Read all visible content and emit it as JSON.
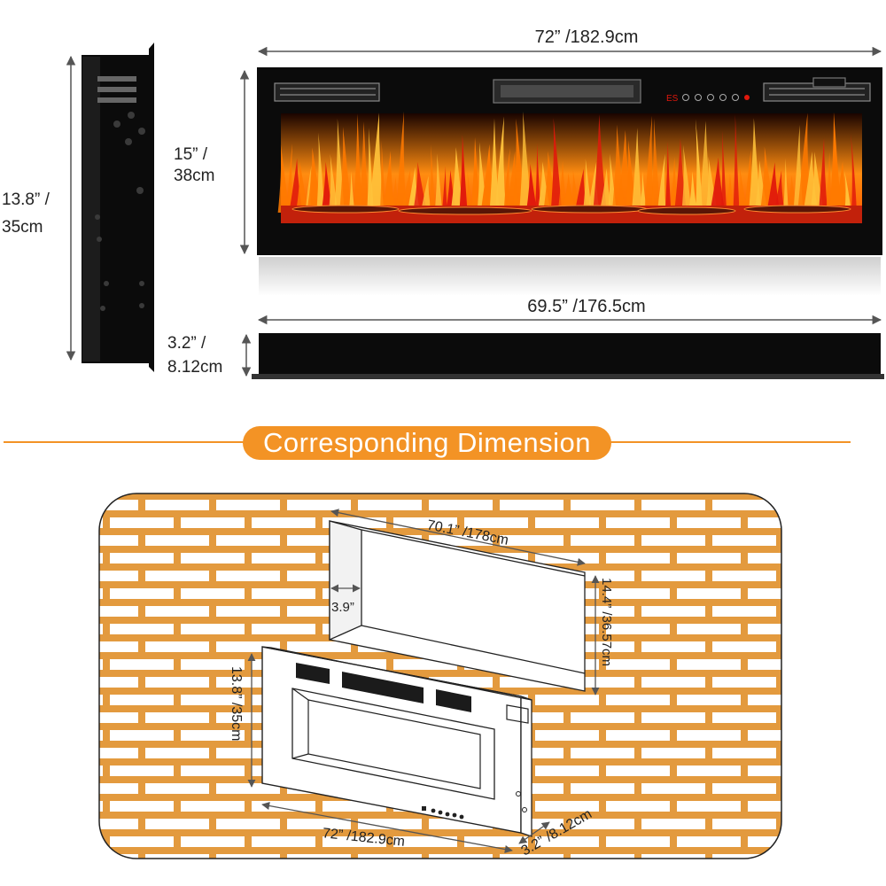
{
  "top": {
    "overall_width": "72” /182.9cm",
    "front_height_a": "15”  /",
    "front_height_b": "38cm",
    "side_height_a": "13.8”  /",
    "side_height_b": "35cm",
    "inner_width": "69.5”  /176.5cm",
    "depth_a": "3.2”  /",
    "depth_b": "8.12cm"
  },
  "banner": {
    "title": "Corresponding Dimension",
    "color": "#f39325"
  },
  "cutout": {
    "opening_width": "70.1” /178cm",
    "opening_depth": "3.9”",
    "opening_height": "14.4” /36.57cm",
    "unit_height": "13.8” /35cm",
    "unit_width": "72” /182.9cm",
    "unit_depth": "3.2”  /8.12cm",
    "brick_color": "#e39a3e"
  },
  "colors": {
    "flame_orange": "#ff7a00",
    "flame_red": "#e0180c",
    "unit_black": "#0b0b0b"
  }
}
